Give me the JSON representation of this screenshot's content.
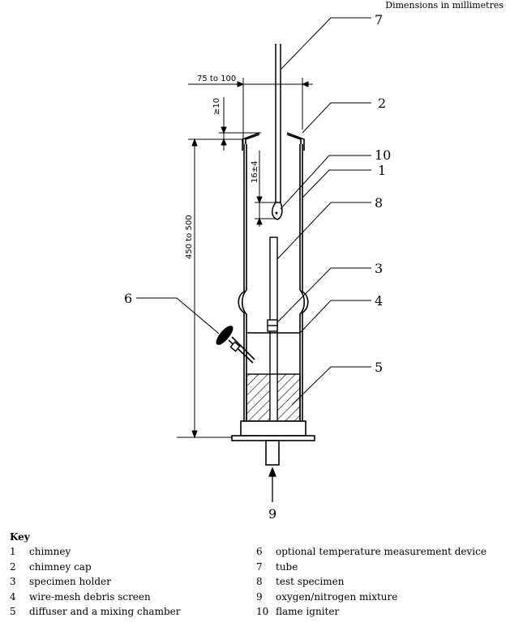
{
  "header": {
    "dimensions_note": "Dimensions in millimetres"
  },
  "callouts": [
    "7",
    "2",
    "10",
    "1",
    "8",
    "3",
    "4",
    "5",
    "6",
    "9"
  ],
  "dimensions": {
    "width_label": "75 to 100",
    "top_gap_label": "≥10",
    "igniter_gap_label": "16±4",
    "height_label": "450 to 500"
  },
  "key": {
    "title": "Key",
    "items": [
      {
        "num": "1",
        "text": "chimney"
      },
      {
        "num": "2",
        "text": "chimney cap"
      },
      {
        "num": "3",
        "text": "specimen holder"
      },
      {
        "num": "4",
        "text": "wire-mesh debris screen"
      },
      {
        "num": "5",
        "text": "diffuser and a mixing chamber"
      },
      {
        "num": "6",
        "text": "optional temperature measurement device"
      },
      {
        "num": "7",
        "text": "tube"
      },
      {
        "num": "8",
        "text": "test specimen"
      },
      {
        "num": "9",
        "text": "oxygen/nitrogen mixture"
      },
      {
        "num": "10",
        "text": "flame igniter"
      }
    ]
  }
}
